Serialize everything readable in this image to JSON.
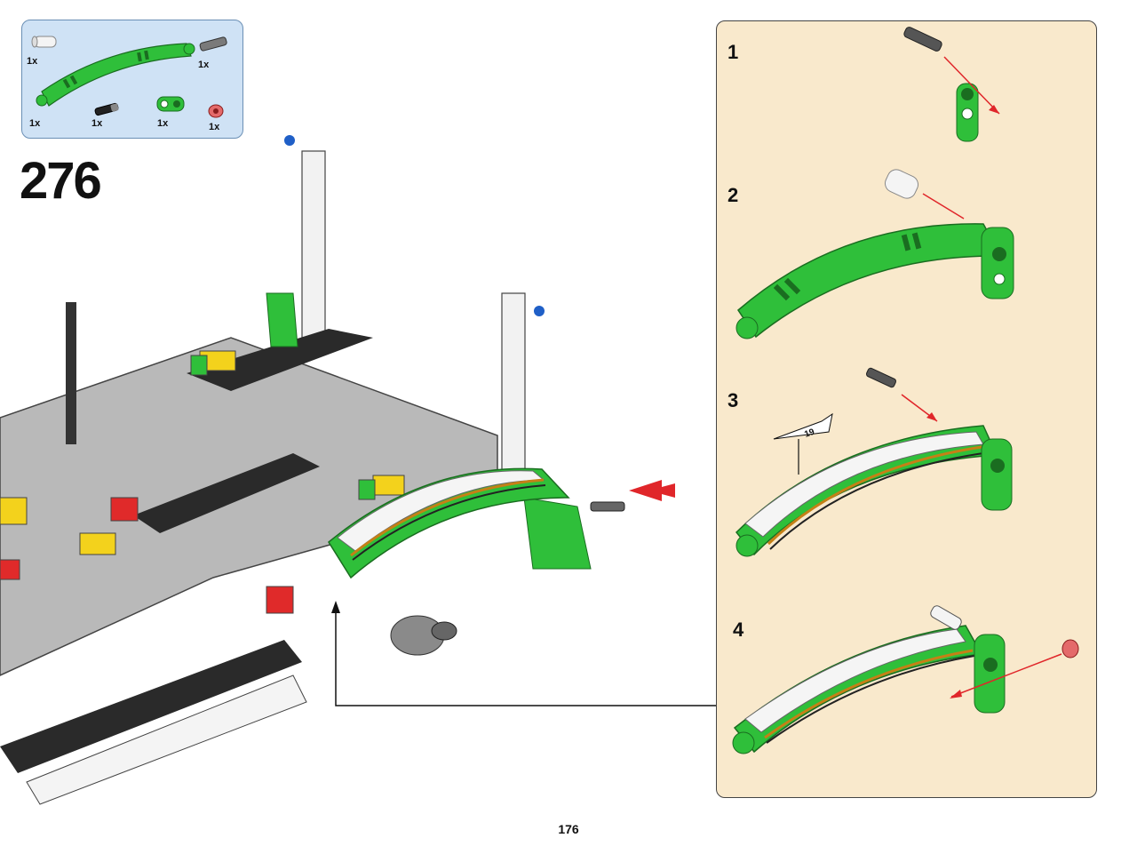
{
  "step": {
    "number": "276"
  },
  "parts_list": [
    {
      "name": "white-pin-connector",
      "qty": "1x"
    },
    {
      "name": "green-curved-panel",
      "qty": "1x"
    },
    {
      "name": "gray-axle-pin",
      "qty": "1x"
    },
    {
      "name": "black-axle-pin",
      "qty": "1x"
    },
    {
      "name": "green-connector-beam",
      "qty": "1x"
    },
    {
      "name": "red-bush",
      "qty": "1x"
    }
  ],
  "substeps": [
    {
      "label": "1"
    },
    {
      "label": "2"
    },
    {
      "label": "3",
      "sticker": "19"
    },
    {
      "label": "4"
    }
  ],
  "page": {
    "number": "176"
  },
  "colors": {
    "parts_box_bg": "#cfe2f5",
    "callout_bg": "#f9e9cc",
    "lime_green": "#2fbf3a",
    "arrow_red": "#e0262a"
  }
}
